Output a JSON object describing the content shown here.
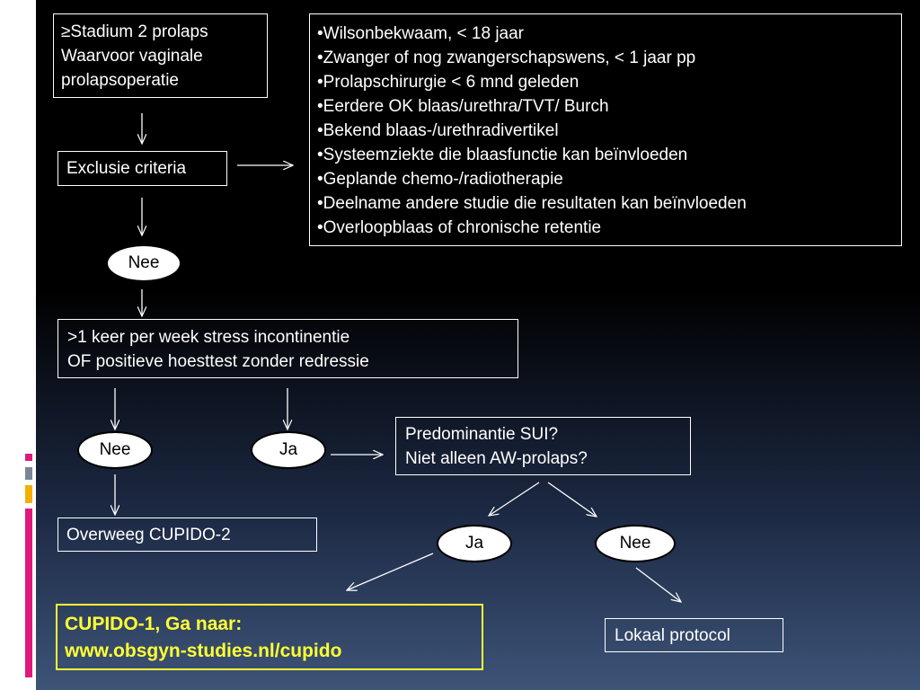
{
  "boxes": {
    "stadium": [
      "≥Stadium 2 prolaps",
      "Waarvoor vaginale",
      "prolapsoperatie"
    ],
    "exclusie": "Exclusie criteria",
    "criteria_list": [
      "•Wilsonbekwaam, < 18 jaar",
      "•Zwanger of nog zwangerschapswens, < 1 jaar pp",
      "•Prolapschirurgie < 6 mnd geleden",
      "•Eerdere OK blaas/urethra/TVT/ Burch",
      "•Bekend blaas-/urethradivertikel",
      "•Systeemziekte die blaasfunctie kan beïnvloeden",
      "•Geplande chemo-/radiotherapie",
      "•Deelname andere studie die resultaten kan beïnvloeden",
      "•Overloopblaas of chronische retentie"
    ],
    "incontinentie": [
      ">1 keer per week stress incontinentie",
      "OF positieve hoesttest zonder redressie"
    ],
    "predominantie": [
      "Predominantie SUI?",
      "Niet alleen AW-prolaps?"
    ],
    "overweeg": "Overweeg CUPIDO-2",
    "lokaal": "Lokaal protocol",
    "cupido1": [
      "CUPIDO-1, Ga naar:",
      "www.obsgyn-studies.nl/cupido"
    ]
  },
  "ovals": {
    "nee1": "Nee",
    "nee2": "Nee",
    "ja1": "Ja",
    "ja2": "Ja",
    "nee3": "Nee"
  },
  "colors": {
    "accent_yellow": "#ffff33",
    "deco_gray": "#7a8696",
    "deco_orange": "#f2b000",
    "deco_pink": "#e0187a"
  }
}
